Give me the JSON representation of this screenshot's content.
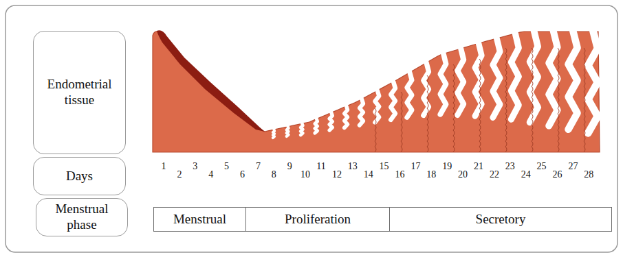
{
  "diagram": {
    "nodes": [
      {
        "text": [
          "Endometrial tissue"
        ]
      },
      {
        "text": [
          "Days"
        ]
      },
      {
        "text": [
          "Menstrual phase"
        ]
      },
      {
        "text": [
          "Menstrual"
        ]
      },
      {
        "text": [
          "Proliferation"
        ]
      },
      {
        "text": [
          "Secretory"
        ]
      }
    ],
    "labels": [
      "1",
      "2",
      "3",
      "4",
      "5",
      "6",
      "7",
      "8",
      "9",
      "10",
      "11",
      "12",
      "13",
      "14",
      "15",
      "16",
      "17",
      "18",
      "19",
      "20",
      "21",
      "22",
      "23",
      "24",
      "25",
      "26",
      "27",
      "28"
    ]
  }
}
